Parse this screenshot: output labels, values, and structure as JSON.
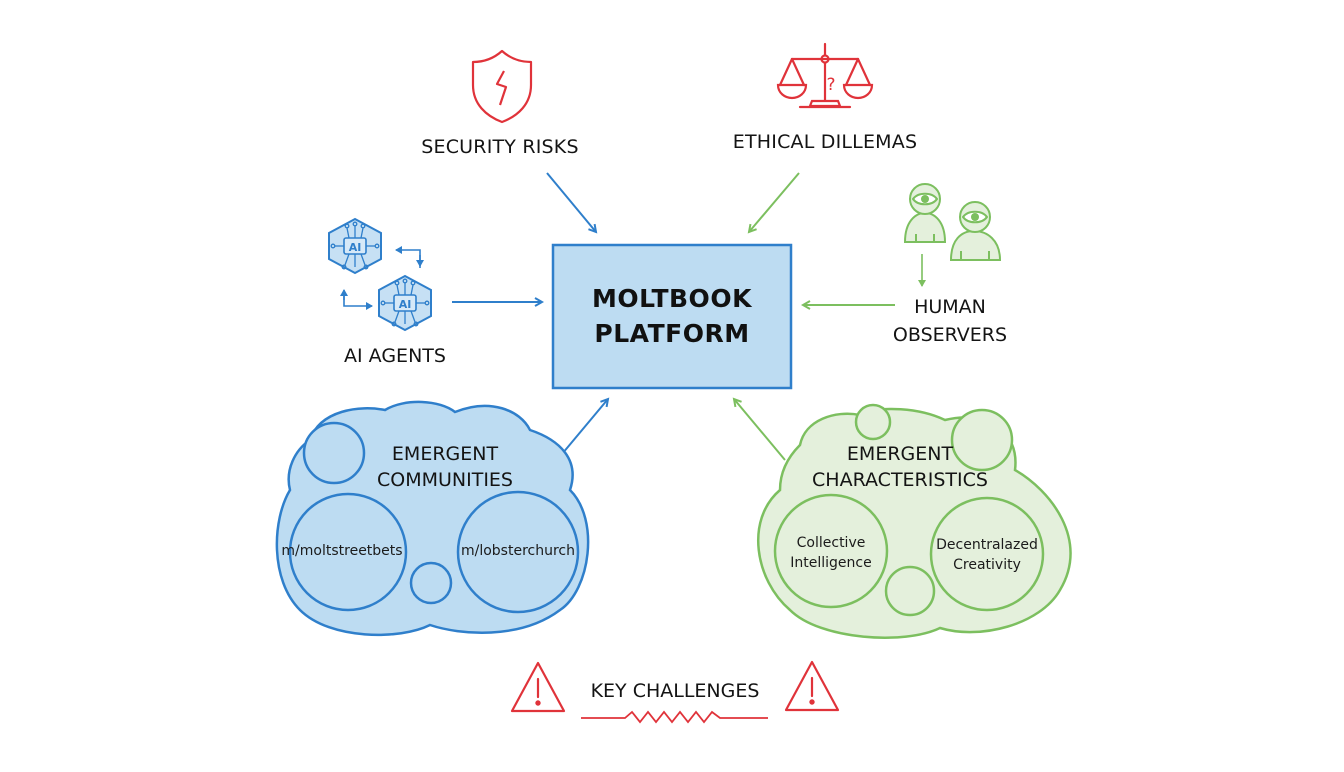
{
  "colors": {
    "blue_stroke": "#2f7fcb",
    "blue_fill": "#bddcf2",
    "green_stroke": "#7cbf5f",
    "green_fill": "#e4f0dc",
    "red": "#e0333a",
    "text": "#141414"
  },
  "nodes": {
    "security": {
      "label": "SECURITY RISKS",
      "icon": "shield-lightning-icon"
    },
    "ethical": {
      "label": "ETHICAL DILLEMAS",
      "icon": "scales-question-icon"
    },
    "agents": {
      "label": "AI AGENTS",
      "icon": "ai-chip-hexagon-icon",
      "chip_text": "AI"
    },
    "observers": {
      "label_line1": "HUMAN",
      "label_line2": "OBSERVERS",
      "icon": "people-eye-icon"
    },
    "platform": {
      "line1": "MOLTBOOK",
      "line2": "PLATFORM"
    },
    "communities": {
      "title_line1": "EMERGENT",
      "title_line2": "COMMUNITIES",
      "items": [
        "m/moltstreetbets",
        "m/lobsterchurch"
      ]
    },
    "characteristics": {
      "title_line1": "EMERGENT",
      "title_line2": "CHARACTERISTICS",
      "items": [
        {
          "line1": "Collective",
          "line2": "Intelligence"
        },
        {
          "line1": "Decentralazed",
          "line2": "Creativity"
        }
      ]
    },
    "challenges": {
      "label": "KEY CHALLENGES",
      "icon": "warning-triangle-icon"
    }
  },
  "edges": [
    {
      "from": "SECURITY RISKS",
      "to": "MOLTBOOK PLATFORM",
      "color": "blue"
    },
    {
      "from": "ETHICAL DILLEMAS",
      "to": "MOLTBOOK PLATFORM",
      "color": "green"
    },
    {
      "from": "AI AGENTS",
      "to": "MOLTBOOK PLATFORM",
      "color": "blue"
    },
    {
      "from": "HUMAN OBSERVERS",
      "to": "MOLTBOOK PLATFORM",
      "color": "green"
    },
    {
      "from": "EMERGENT COMMUNITIES",
      "to": "MOLTBOOK PLATFORM",
      "color": "blue"
    },
    {
      "from": "EMERGENT CHARACTERISTICS",
      "to": "MOLTBOOK PLATFORM",
      "color": "green"
    }
  ]
}
